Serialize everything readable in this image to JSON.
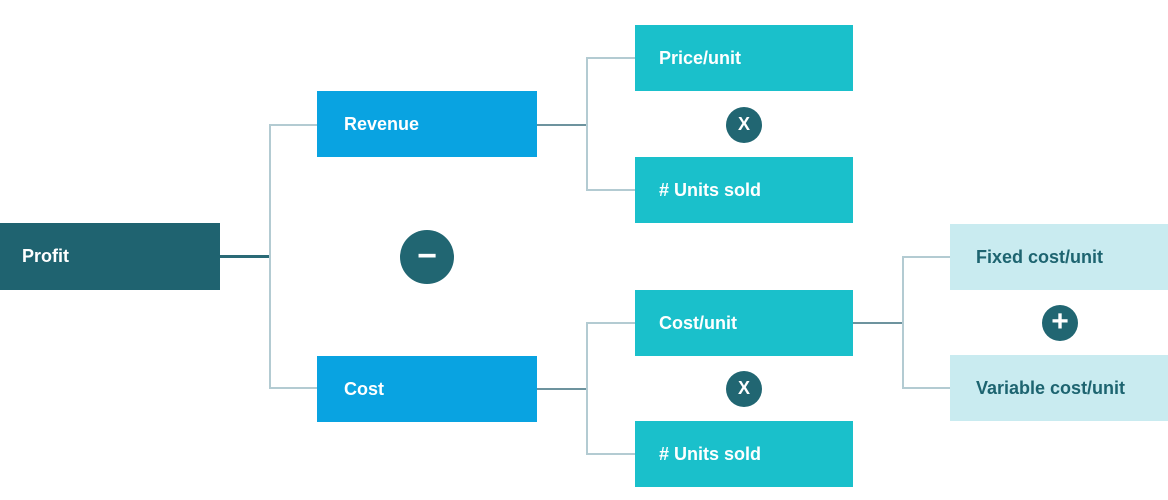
{
  "diagram": {
    "name": "profit-driver-tree",
    "background": "#ffffff",
    "colors": {
      "root_fill": "#1f6370",
      "level1_fill": "#09a3e1",
      "level2_fill": "#1ac0cb",
      "level3_fill": "#c9ebf0",
      "operator_fill": "#216672",
      "root_text": "#ffffff",
      "level3_text": "#1d6470",
      "connector": "#b3cbd2",
      "stub": "#6d939e",
      "root_stub": "#2a6a76"
    },
    "nodes": [
      {
        "id": "profit",
        "label": "Profit",
        "level": "root"
      },
      {
        "id": "revenue",
        "label": "Revenue",
        "level": "level1",
        "parent": "profit"
      },
      {
        "id": "cost",
        "label": "Cost",
        "level": "level1",
        "parent": "profit"
      },
      {
        "id": "price-per-unit",
        "label": "Price/unit",
        "level": "level2",
        "parent": "revenue"
      },
      {
        "id": "units-sold-revenue",
        "label": "# Units sold",
        "level": "level2",
        "parent": "revenue"
      },
      {
        "id": "cost-per-unit",
        "label": "Cost/unit",
        "level": "level2",
        "parent": "cost"
      },
      {
        "id": "units-sold-cost",
        "label": "# Units sold",
        "level": "level2",
        "parent": "cost"
      },
      {
        "id": "fixed-cost-per-unit",
        "label": "Fixed cost/unit",
        "level": "level3",
        "parent": "cost-per-unit"
      },
      {
        "id": "variable-cost-per-unit",
        "label": "Variable cost/unit",
        "level": "level3",
        "parent": "cost-per-unit"
      }
    ],
    "operators": [
      {
        "id": "minus",
        "symbol": "−",
        "between": [
          "revenue",
          "cost"
        ]
      },
      {
        "id": "times-revenue",
        "symbol": "X",
        "between": [
          "price-per-unit",
          "units-sold-revenue"
        ]
      },
      {
        "id": "times-cost",
        "symbol": "X",
        "between": [
          "cost-per-unit",
          "units-sold-cost"
        ]
      },
      {
        "id": "plus",
        "symbol": "+",
        "between": [
          "fixed-cost-per-unit",
          "variable-cost-per-unit"
        ]
      }
    ]
  }
}
